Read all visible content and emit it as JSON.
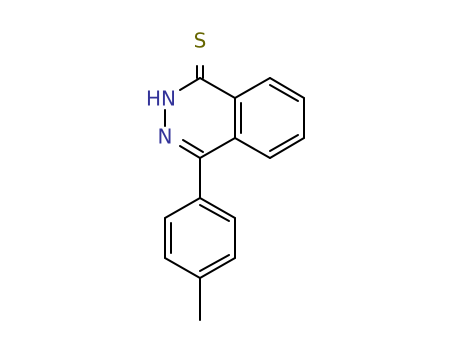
{
  "colors": {
    "bond": "#000000",
    "nitrogen": "#333399",
    "sulfur": "#666600"
  },
  "molecule": {
    "atoms": {
      "sulfur": "S",
      "nh": "HN",
      "n": "N"
    }
  }
}
